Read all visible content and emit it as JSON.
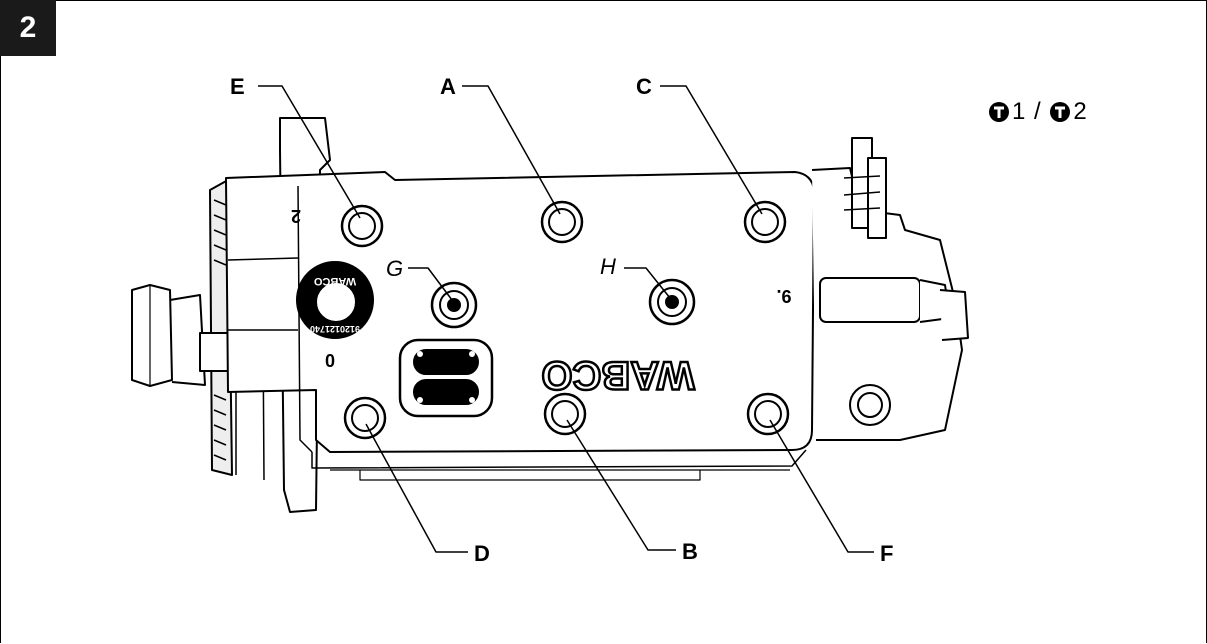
{
  "figure": {
    "number": "2",
    "callouts": {
      "A": "A",
      "B": "B",
      "C": "C",
      "D": "D",
      "E": "E",
      "F": "F",
      "G": "G",
      "H": "H"
    },
    "torque": {
      "icon": "torque-spec-icon",
      "first": "1",
      "separator": " / ",
      "second": "2"
    },
    "embossing": {
      "brand": "WABCO",
      "seal_text": "WABCO",
      "seal_number": "9120121740",
      "mark_2": "2",
      "mark_0": "0",
      "mark_9a": "9.",
      "mark_9b": "9."
    }
  }
}
